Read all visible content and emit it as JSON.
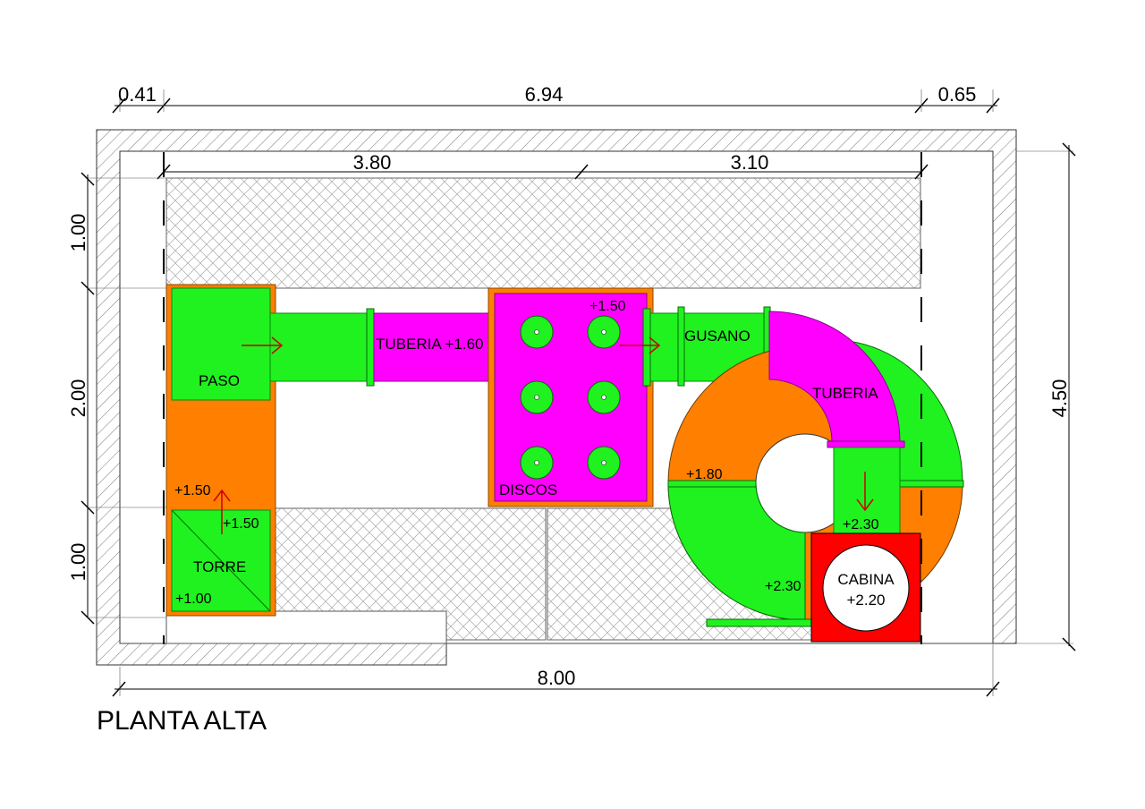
{
  "title": "PLANTA ALTA",
  "dimensions": {
    "top_left": "0.41",
    "top_mid": "6.94",
    "top_right": "0.65",
    "inner_left": "3.80",
    "inner_right": "3.10",
    "bottom": "8.00",
    "left_top": "1.00",
    "left_mid": "2.00",
    "left_bottom": "1.00",
    "right": "4.50"
  },
  "labels": {
    "paso": "PASO",
    "torre": "TORRE",
    "tuberia_1": "TUBERIA +1.60",
    "discos": "DISCOS",
    "gusano": "GUSANO",
    "tuberia_2": "TUBERIA",
    "cabina": "CABINA",
    "cabina_level": "+2.20"
  },
  "levels": {
    "discos_top": "+1.50",
    "paso_bottom": "+1.50",
    "torre_top": "+1.50",
    "torre_base": "+1.00",
    "ring_left": "+1.80",
    "ring_bottom": "+2.30",
    "pipe_down": "+2.30"
  },
  "colors": {
    "green": "#1FF21F",
    "orange": "#FF7F00",
    "magenta": "#FF00FF",
    "red": "#FF0000",
    "arrow": "#CC0000",
    "hatch": "#8A8A8A"
  }
}
